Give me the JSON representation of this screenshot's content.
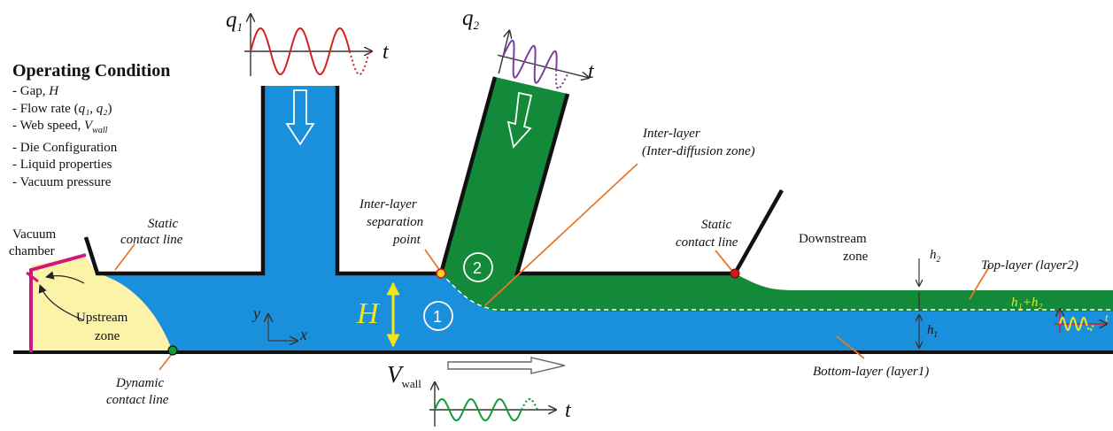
{
  "operating_condition": {
    "title": "Operating Condition",
    "items": [
      {
        "text": "- Gap, ",
        "var": "H",
        "sub": ""
      },
      {
        "text": "- Flow rate (",
        "var": "q₁, q₂",
        "suffix": ")"
      },
      {
        "text": "- Web speed, ",
        "var": "V",
        "sub": "wall"
      },
      {
        "text": "- Die Configuration"
      },
      {
        "text": "- Liquid properties"
      },
      {
        "text": "- Vacuum pressure"
      }
    ]
  },
  "labels": {
    "q1": "q",
    "q1_sub": "1",
    "q2": "q",
    "q2_sub": "2",
    "t": "t",
    "vacuum_line1": "Vacuum",
    "vacuum_line2": "chamber",
    "static_contact_left_1": "Static",
    "static_contact_left_2": "contact line",
    "upstream_1": "Upstream",
    "upstream_2": "zone",
    "dynamic_1": "Dynamic",
    "dynamic_2": "contact line",
    "gap": "H",
    "layer1_num": "1",
    "layer2_num": "2",
    "sep_1": "Inter-layer",
    "sep_2": "separation",
    "sep_3": "point",
    "interlayer_1": "Inter-layer",
    "interlayer_2": "(Inter-diffusion zone)",
    "static_contact_right_1": "Static",
    "static_contact_right_2": "contact line",
    "downstream_1": "Downstream",
    "downstream_2": "zone",
    "h2": "h",
    "h2_sub": "2",
    "h1": "h",
    "h1_sub": "1",
    "h1h2": "h₁+h₂",
    "top_layer": "Top-layer (layer2)",
    "bottom_layer": "Bottom-layer (layer1)",
    "vwall": "V",
    "vwall_sub": "wall",
    "axis_x": "x",
    "axis_y": "y"
  },
  "colors": {
    "blue_liquid": "#1a8fdc",
    "green_liquid": "#128a3a",
    "upstream_yellow": "#fbf3a8",
    "vacuum_magenta": "#d0187c",
    "die_black": "#111111",
    "leader_orange": "#e8782a",
    "gap_yellow": "#f2e51b",
    "wave_red": "#d42020",
    "wave_purple": "#7b3fa0",
    "wave_green": "#139a3a"
  }
}
